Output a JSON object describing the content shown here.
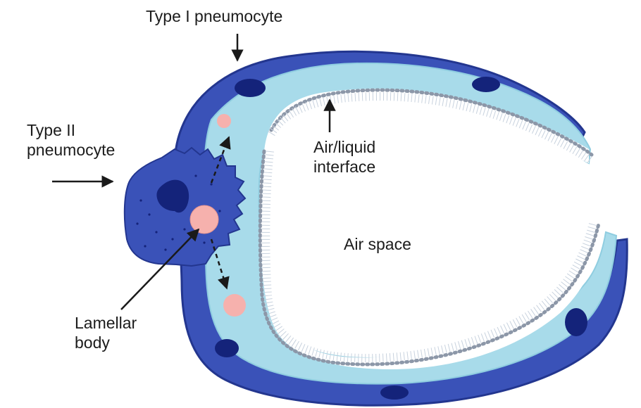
{
  "labels": {
    "type1": "Type I pneumocyte",
    "type2": [
      "Type II",
      "pneumocyte"
    ],
    "interface": [
      "Air/liquid",
      "interface"
    ],
    "airspace": "Air space",
    "lamellar": [
      "Lamellar",
      "body"
    ]
  },
  "colors": {
    "cell_wall": "#3a52b8",
    "cell_wall_edge": "#23368f",
    "nucleus": "#14237a",
    "liquid_layer": "#a8dbea",
    "surfactant_line": "#8c97a8",
    "lamellar_body": "#f6b1ad",
    "arrow": "#1a1a1a"
  },
  "icons": {
    "arrows": "arrow-icon"
  }
}
